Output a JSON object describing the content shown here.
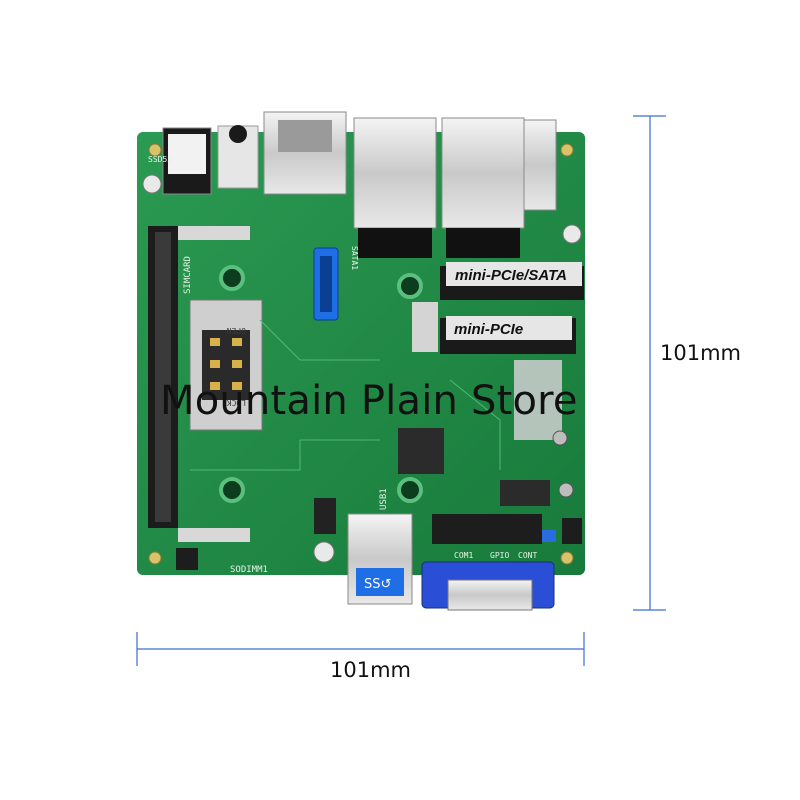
{
  "product_photo": {
    "board": {
      "slot_labels": {
        "mini_pcie_sata": "mini-PCIe/SATA",
        "mini_pcie": "mini-PCIe"
      },
      "silkscreen": {
        "simcard": "SIMCARD",
        "open": "OPEN",
        "lock": "LOCK",
        "sodimm": "SODIMM1",
        "usb": "USB1",
        "com": "COM1",
        "gpio": "GPIO",
        "cont": "CONT",
        "sata": "SATA1",
        "ssd_port": "SSD52"
      }
    },
    "dimensions": {
      "height_label": "101mm",
      "width_label": "101mm",
      "line_color": "#3a6fd0"
    },
    "watermark": "Mountain Plain Store",
    "colors": {
      "pcb": "#1f8a44",
      "slot_label_bg": "#e6e6e6",
      "sata_connector": "#1e6ee6",
      "vga_connector": "#2a4fd6"
    }
  }
}
